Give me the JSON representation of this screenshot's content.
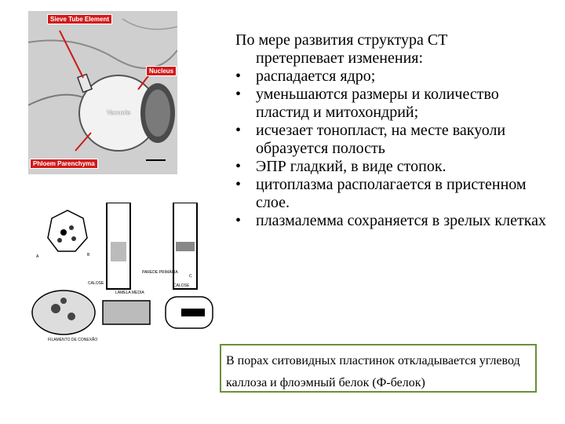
{
  "micrograph": {
    "labels": {
      "sieve_tube": "Sieve Tube Element",
      "nucleus": "Nucleus",
      "vacuole": "Vacuole",
      "parenchyma": "Phloem Parenchyma"
    }
  },
  "drawing": {
    "labels": {
      "calose_left": "CALOSE",
      "lamela": "LAMELA MEDIA",
      "parede": "PAREDE PRIMÁRIA",
      "calose_right": "CALOSE",
      "filamento": "FILAMENTO DE CONEXÃO",
      "letter_a": "A",
      "letter_b": "B",
      "letter_c": "C"
    }
  },
  "text": {
    "intro_line1": "По мере развития структура СТ",
    "intro_line2": "претерпевает изменения:",
    "bullet_symbol": "•",
    "bullets": [
      "распадается ядро;",
      "уменьшаются размеры и количество пластид и митохондрий;",
      "исчезает тонопласт, на месте вакуоли образуется полость",
      "ЭПР гладкий, в виде стопок.",
      "цитоплазма располагается в пристенном слое.",
      "плазмалемма сохраняется в зрелых клетках"
    ]
  },
  "note": {
    "text": "В порах ситовидных пластинок откладывается углевод каллоза и флоэмный белок (Ф-белок)"
  },
  "colors": {
    "label_red": "#d01a1a",
    "note_border": "#6a8f3a"
  }
}
